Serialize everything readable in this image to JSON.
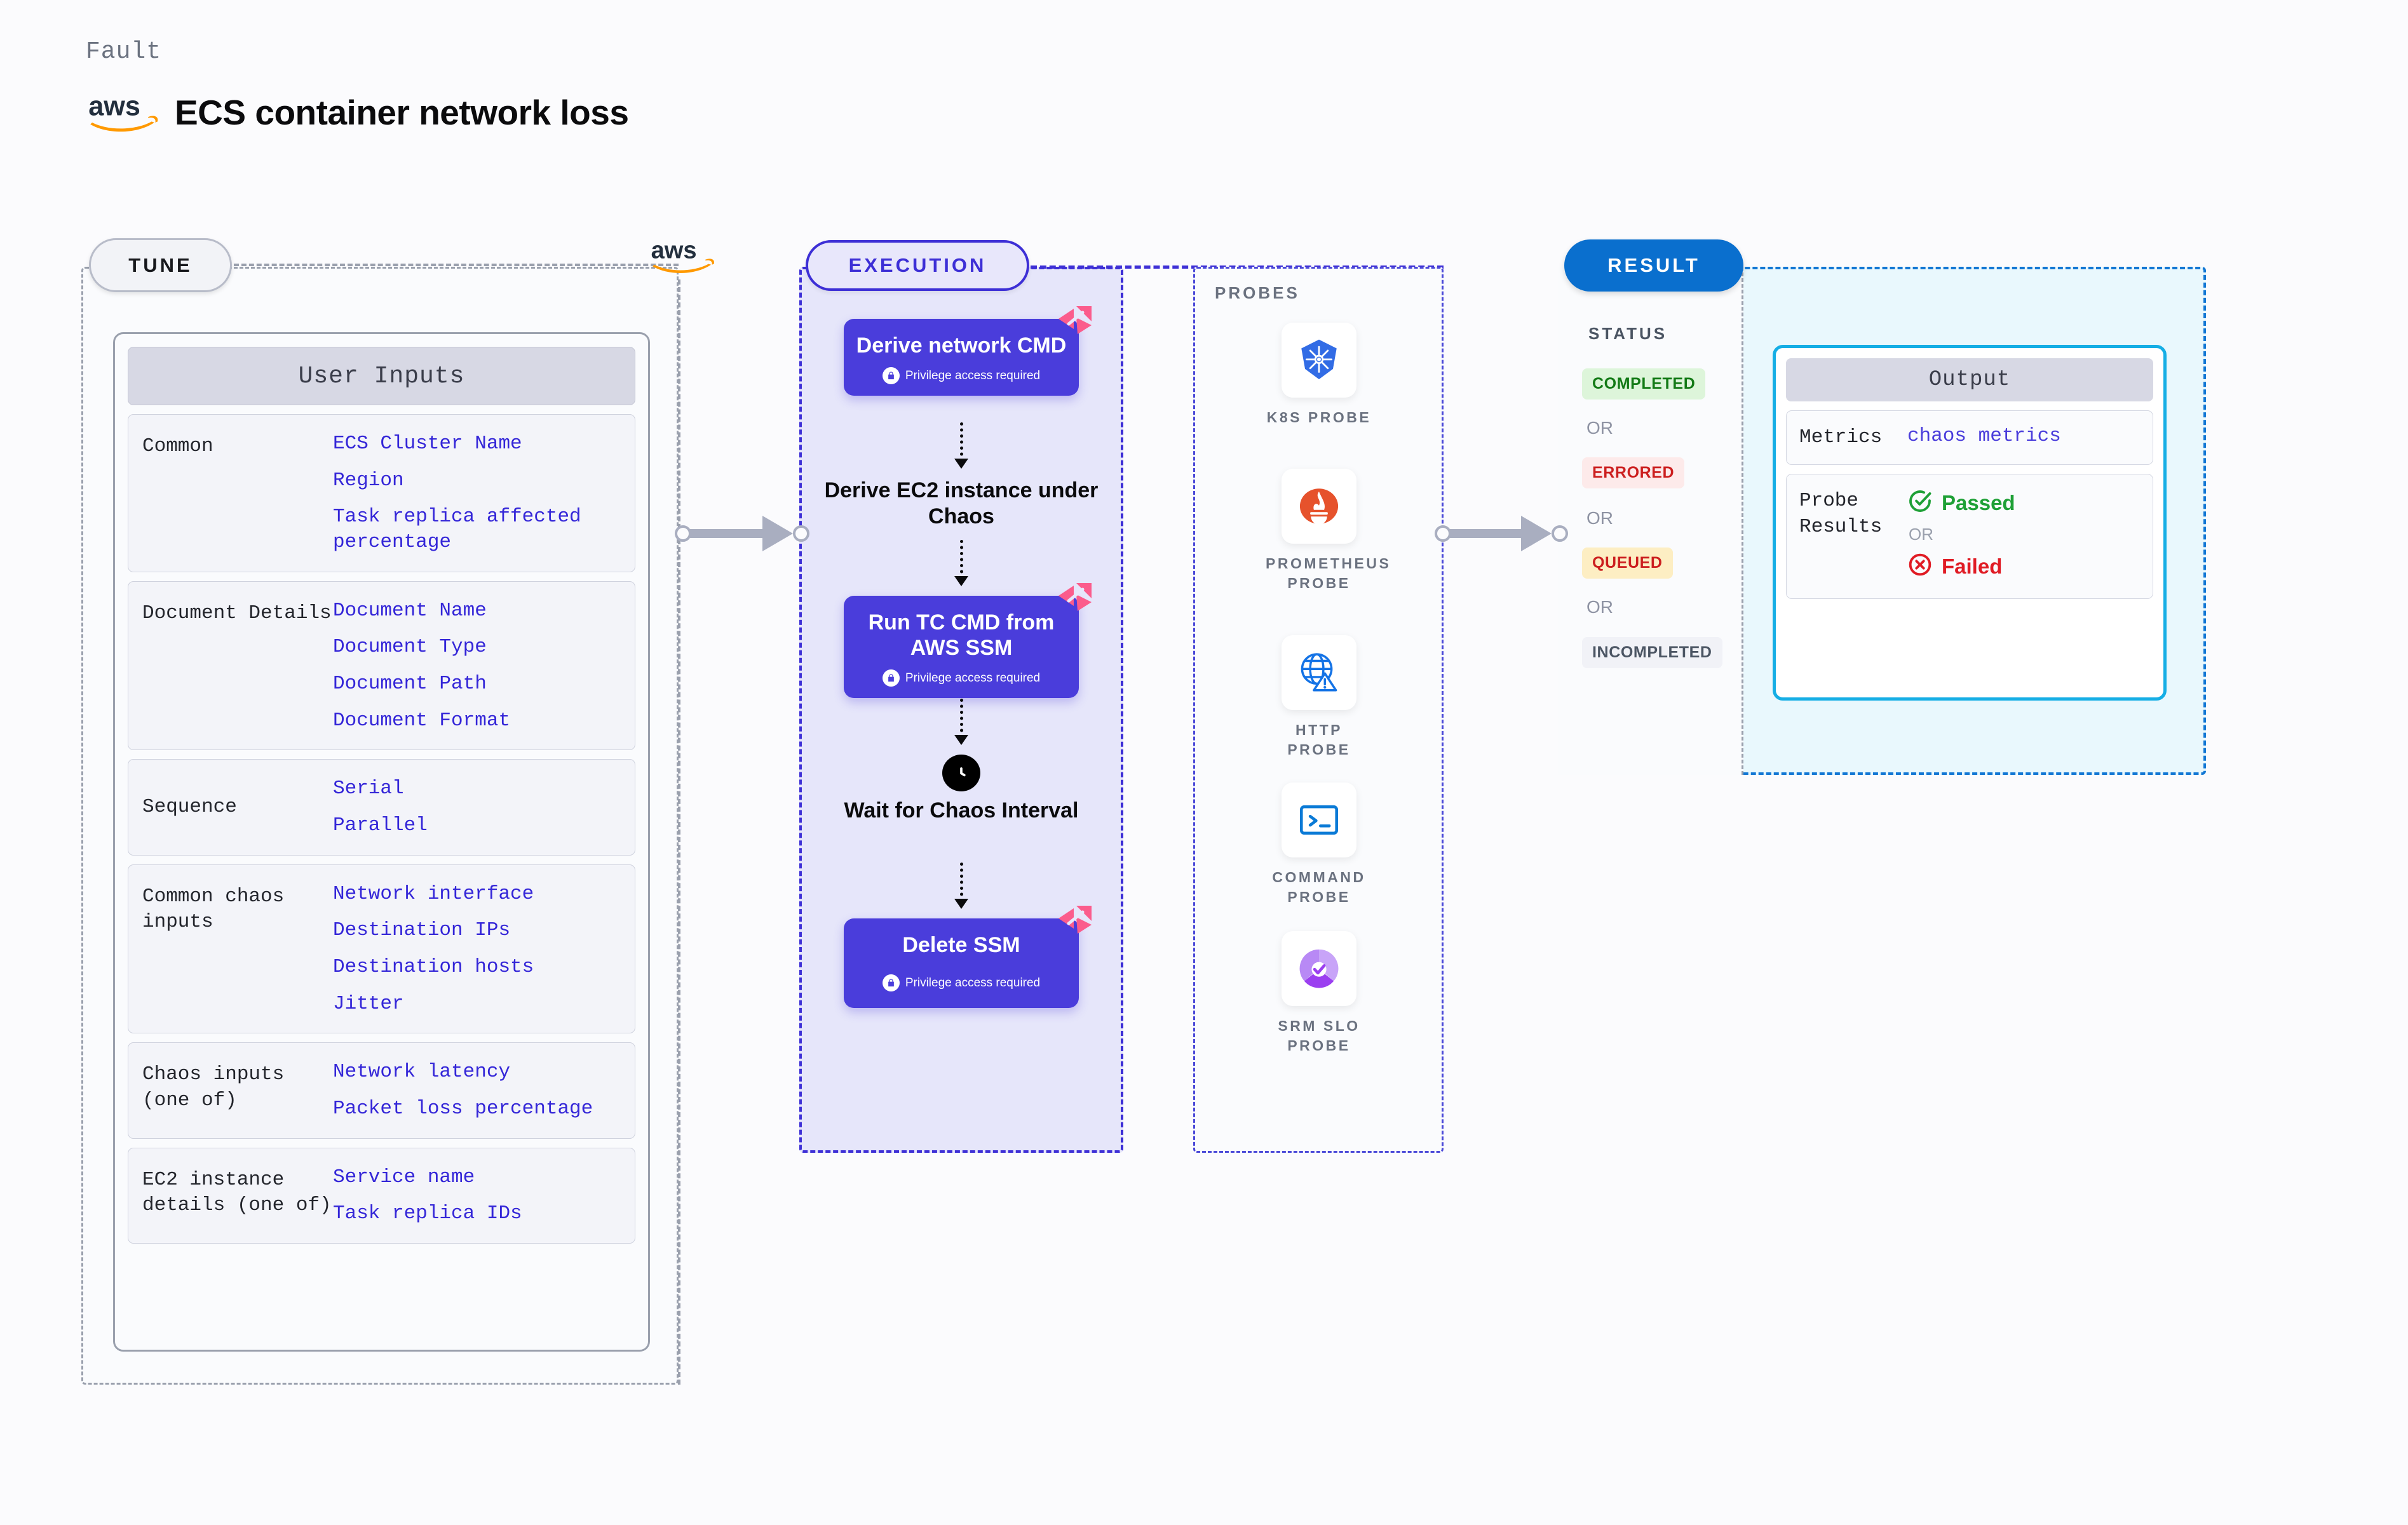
{
  "header": {
    "kicker": "Fault",
    "title": "ECS container network loss",
    "logo_icon": "aws-logo"
  },
  "tune": {
    "badge": "TUNE",
    "provider_icon": "aws-logo",
    "card_title": "User Inputs",
    "rows": [
      {
        "key": "Common",
        "values": [
          "ECS Cluster Name",
          "Region",
          "Task replica affected percentage"
        ]
      },
      {
        "key": "Document Details",
        "values": [
          "Document Name",
          "Document Type",
          "Document Path",
          "Document Format"
        ]
      },
      {
        "key": "Sequence",
        "values": [
          "Serial",
          "Parallel"
        ]
      },
      {
        "key": "Common chaos inputs",
        "values": [
          "Network interface",
          "Destination IPs",
          "Destination hosts",
          "Jitter"
        ]
      },
      {
        "key": "Chaos inputs (one of)",
        "values": [
          "Network latency",
          "Packet loss percentage"
        ]
      },
      {
        "key": "EC2 instance details (one of)",
        "values": [
          "Service name",
          "Task replica IDs"
        ]
      }
    ]
  },
  "execution": {
    "badge": "EXECUTION",
    "privilege_text": "Privilege access required",
    "steps": [
      {
        "label": "Derive network CMD",
        "type": "card",
        "privileged": true,
        "brand_icon": "harness-logo-icon"
      },
      {
        "label": "Derive EC2 instance under Chaos",
        "type": "plain"
      },
      {
        "label": "Run TC CMD from AWS SSM",
        "type": "card",
        "privileged": true,
        "brand_icon": "harness-logo-icon"
      },
      {
        "label": "Wait for Chaos Interval",
        "type": "clock",
        "icon": "clock-icon"
      },
      {
        "label": "Delete SSM",
        "type": "card",
        "privileged": true,
        "brand_icon": "harness-logo-icon"
      }
    ]
  },
  "probes": {
    "title": "PROBES",
    "items": [
      {
        "label": "K8S PROBE",
        "icon": "kubernetes-icon"
      },
      {
        "label": "PROMETHEUS PROBE",
        "icon": "prometheus-icon"
      },
      {
        "label": "HTTP PROBE",
        "icon": "http-globe-warning-icon"
      },
      {
        "label": "COMMAND PROBE",
        "icon": "terminal-icon"
      },
      {
        "label": "SRM SLO PROBE",
        "icon": "srm-slo-icon"
      }
    ]
  },
  "result": {
    "badge": "RESULT",
    "status_label": "STATUS",
    "or_text": "OR",
    "statuses": [
      {
        "label": "COMPLETED",
        "bg": "#ddf5da",
        "fg": "#137a16"
      },
      {
        "label": "ERRORED",
        "bg": "#fdeaea",
        "fg": "#cc1f1f"
      },
      {
        "label": "QUEUED",
        "bg": "#fdeec3",
        "fg": "#cc1f1f"
      },
      {
        "label": "INCOMPLETED",
        "bg": "#f1f2f7",
        "fg": "#4b5563"
      }
    ],
    "output": {
      "title": "Output",
      "metrics_key": "Metrics",
      "metrics_value": "chaos metrics",
      "probe_results_key": "Probe Results",
      "passed": "Passed",
      "failed": "Failed",
      "or_text": "OR",
      "passed_icon": "check-circle-icon",
      "failed_icon": "x-circle-icon"
    }
  },
  "colors": {
    "accent_purple": "#4a3ddb",
    "execution_border": "#3d2fd6",
    "result_blue": "#0a6fce",
    "output_border": "#15aee5",
    "harness_pink": "#fb5c8c",
    "aws_orange": "#ff9900"
  }
}
